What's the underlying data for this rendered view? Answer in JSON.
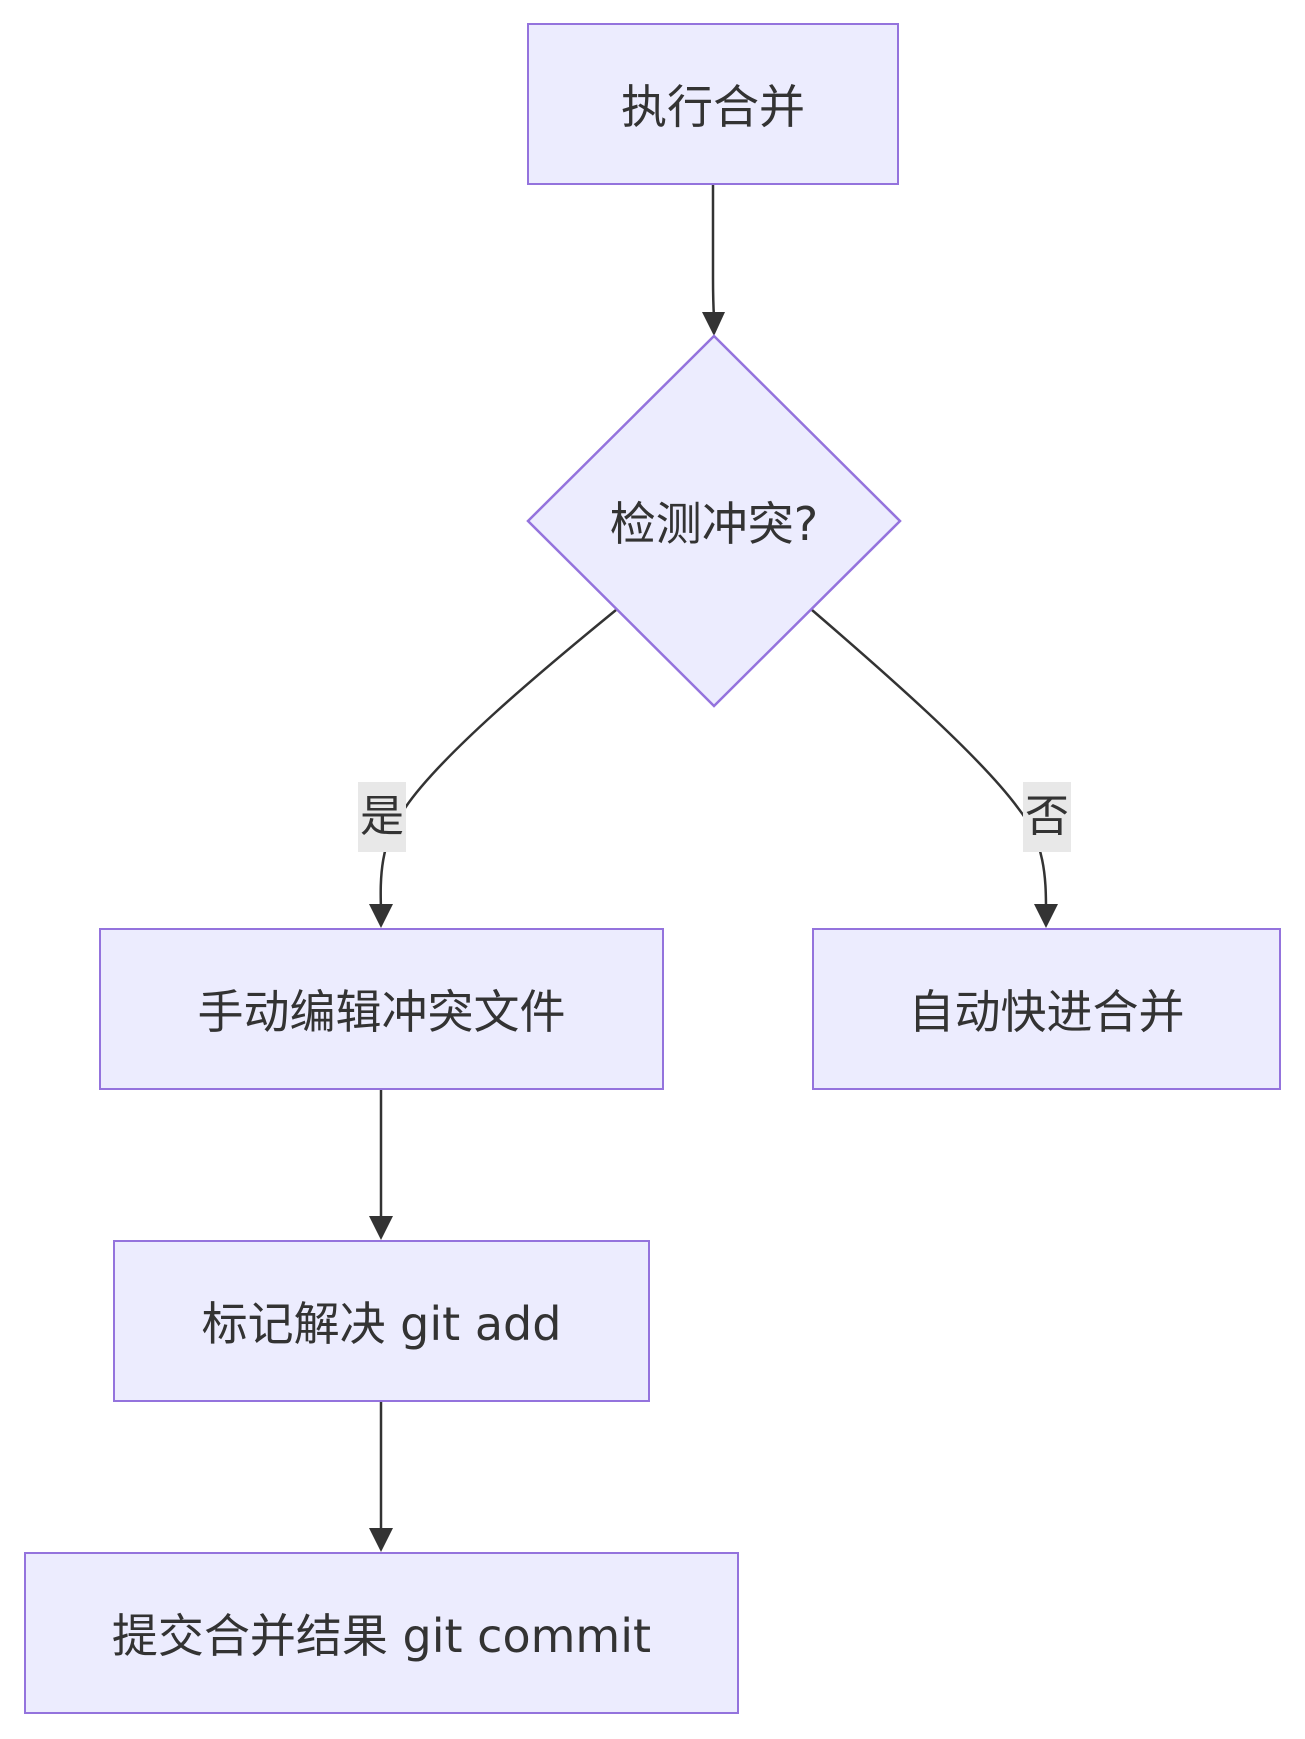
{
  "diagram": {
    "type": "flowchart",
    "direction": "top-down",
    "colors": {
      "node_fill": "#ececfe",
      "node_stroke": "#9473dd",
      "edge": "#333333",
      "text": "#333333",
      "edge_label_bg": "#e8e8e8"
    },
    "nodes": {
      "merge": "执行合并",
      "check": "检测冲突?",
      "manual_edit": "手动编辑冲突文件",
      "fast_forward": "自动快进合并",
      "mark_resolved": "标记解决 git add",
      "commit": "提交合并结果 git commit"
    },
    "edges": [
      {
        "from": "merge",
        "to": "check",
        "label": ""
      },
      {
        "from": "check",
        "to": "manual_edit",
        "label": "是"
      },
      {
        "from": "check",
        "to": "fast_forward",
        "label": "否"
      },
      {
        "from": "manual_edit",
        "to": "mark_resolved",
        "label": ""
      },
      {
        "from": "mark_resolved",
        "to": "commit",
        "label": ""
      }
    ],
    "edge_labels": {
      "yes": "是",
      "no": "否"
    }
  }
}
